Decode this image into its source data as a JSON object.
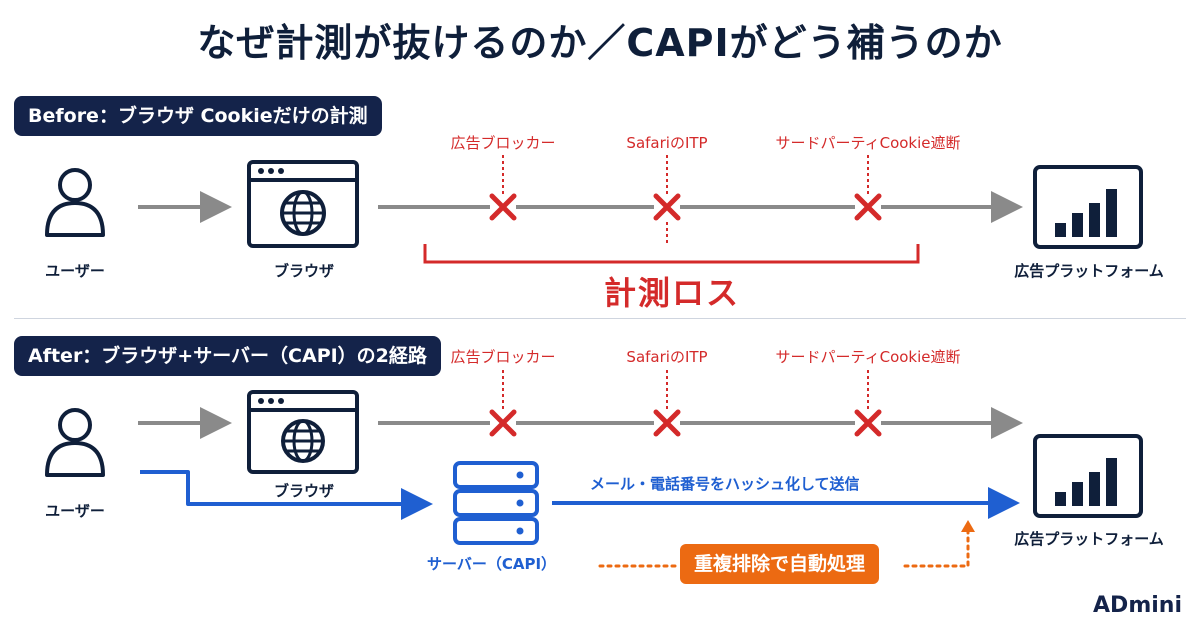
{
  "title": "なぜ計測が抜けるのか／CAPIがどう補うのか",
  "before": {
    "badge": "Before：ブラウザ Cookieだけの計測",
    "blockers": [
      "広告ブロッカー",
      "SafariのITP",
      "サードパーティCookie遮断"
    ],
    "user_label": "ユーザー",
    "browser_label": "ブラウザ",
    "platform_label": "広告プラットフォーム",
    "loss_label": "計測ロス"
  },
  "after": {
    "badge": "After：ブラウザ+サーバー（CAPI）の2経路",
    "blockers": [
      "広告ブロッカー",
      "SafariのITP",
      "サードパーティCookie遮断"
    ],
    "user_label": "ユーザー",
    "browser_label": "ブラウザ",
    "server_label": "サーバー（CAPI）",
    "server_flow_label": "メール・電話番号をハッシュ化して送信",
    "dedupe_label": "重複排除で自動処理",
    "platform_label": "広告プラットフォーム"
  },
  "brand": "ADmini",
  "colors": {
    "navy": "#14234a",
    "red": "#d42a2a",
    "blue": "#1f5fd1",
    "orange": "#ec6a12",
    "gray": "#8a8a8a"
  },
  "icons": [
    "user-icon",
    "browser-window-icon",
    "globe-icon",
    "bar-chart-icon",
    "server-icon",
    "block-x-icon"
  ]
}
